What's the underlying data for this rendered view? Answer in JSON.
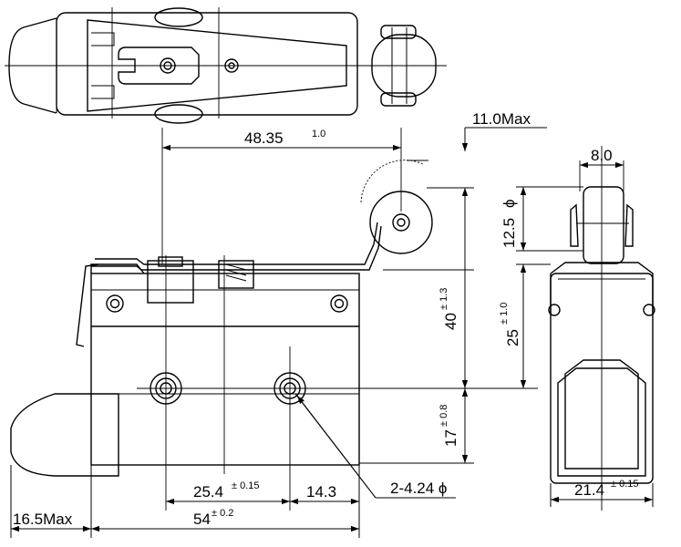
{
  "dimensions": {
    "lever_length": {
      "value": "48.35",
      "tol": "1.0"
    },
    "max_overtravel": {
      "value": "11.0Max"
    },
    "roller_width": {
      "value": "8.0"
    },
    "roller_dia": {
      "value": "12.5",
      "symbol": "ϕ"
    },
    "actuator_height": {
      "value": "40",
      "tol": "± 1.3"
    },
    "body_height_upper": {
      "value": "25",
      "tol": "± 1.0"
    },
    "mount_hole_height": {
      "value": "17",
      "tol": "± 0.8"
    },
    "mount_hole_pitch": {
      "value": "25.4",
      "tol": "± 0.15"
    },
    "hole_offset": {
      "value": "14.3"
    },
    "mount_holes": {
      "value": "2-4.24 ϕ"
    },
    "body_length": {
      "value": "54",
      "tol": "± 0.2"
    },
    "boot_length": {
      "value": "16.5Max"
    },
    "body_width": {
      "value": "21.4",
      "tol": "± 0.15"
    }
  }
}
